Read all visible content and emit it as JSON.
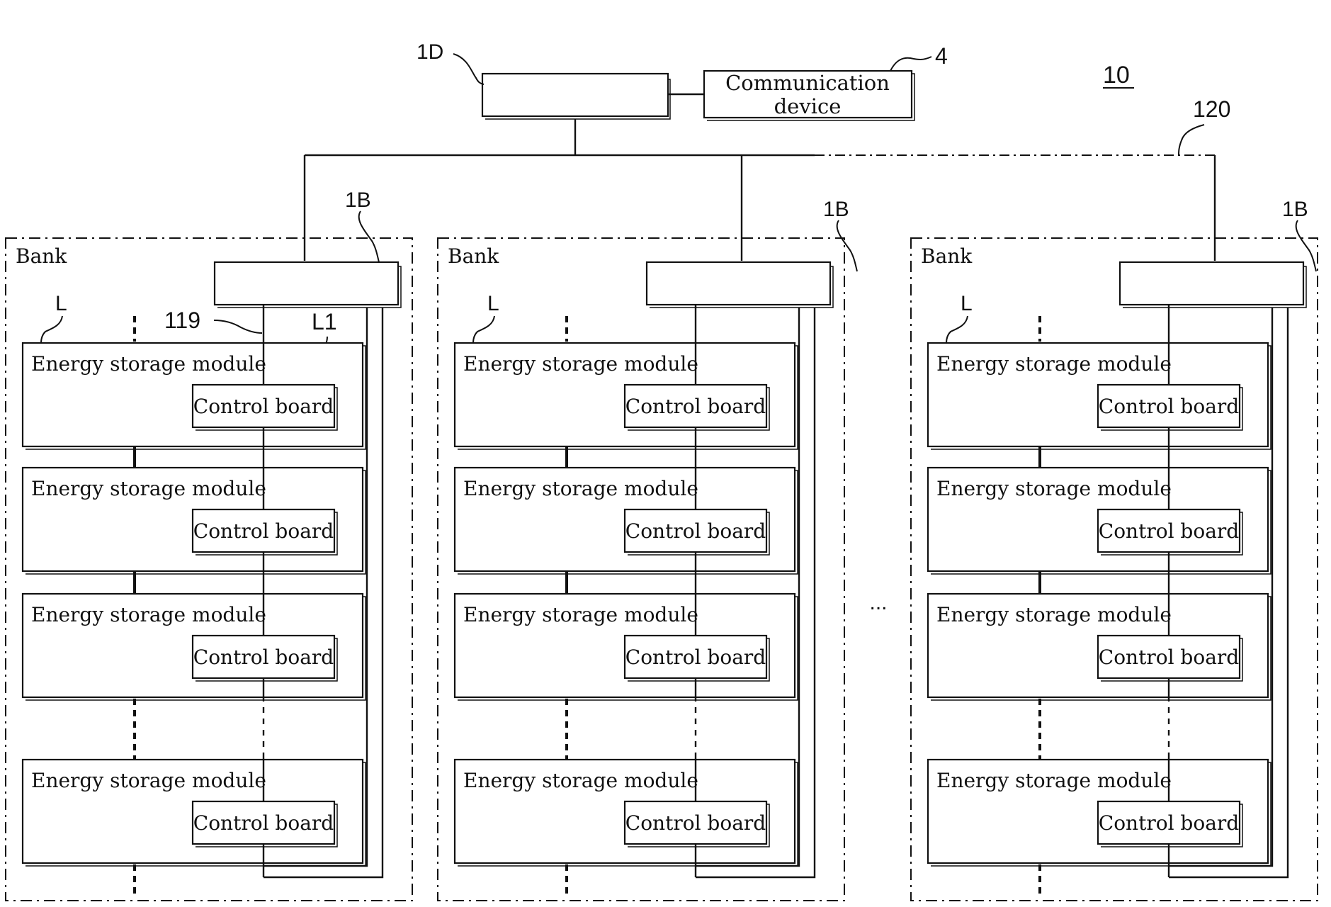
{
  "figure_number": "10",
  "top": {
    "controller_ref": "1D",
    "comm_device_ref": "4",
    "comm_device_label": [
      "Communication",
      "device"
    ],
    "bus_ref": "120"
  },
  "ellipsis": "...",
  "banks": [
    {
      "label": "Bank",
      "controller_ref": "1B",
      "line_ref": "L",
      "extra_refs": {
        "line_119": "119",
        "line_L1": "L1"
      },
      "modules": [
        {
          "label": "Energy storage module",
          "board": "Control board"
        },
        {
          "label": "Energy storage module",
          "board": "Control board"
        },
        {
          "label": "Energy storage module",
          "board": "Control board"
        },
        {
          "label": "Energy storage module",
          "board": "Control board"
        }
      ]
    },
    {
      "label": "Bank",
      "controller_ref": "1B",
      "line_ref": "L",
      "modules": [
        {
          "label": "Energy storage module",
          "board": "Control board"
        },
        {
          "label": "Energy storage module",
          "board": "Control board"
        },
        {
          "label": "Energy storage module",
          "board": "Control board"
        },
        {
          "label": "Energy storage module",
          "board": "Control board"
        }
      ]
    },
    {
      "label": "Bank",
      "controller_ref": "1B",
      "line_ref": "L",
      "modules": [
        {
          "label": "Energy storage module",
          "board": "Control board"
        },
        {
          "label": "Energy storage module",
          "board": "Control board"
        },
        {
          "label": "Energy storage module",
          "board": "Control board"
        },
        {
          "label": "Energy storage module",
          "board": "Control board"
        }
      ]
    }
  ]
}
